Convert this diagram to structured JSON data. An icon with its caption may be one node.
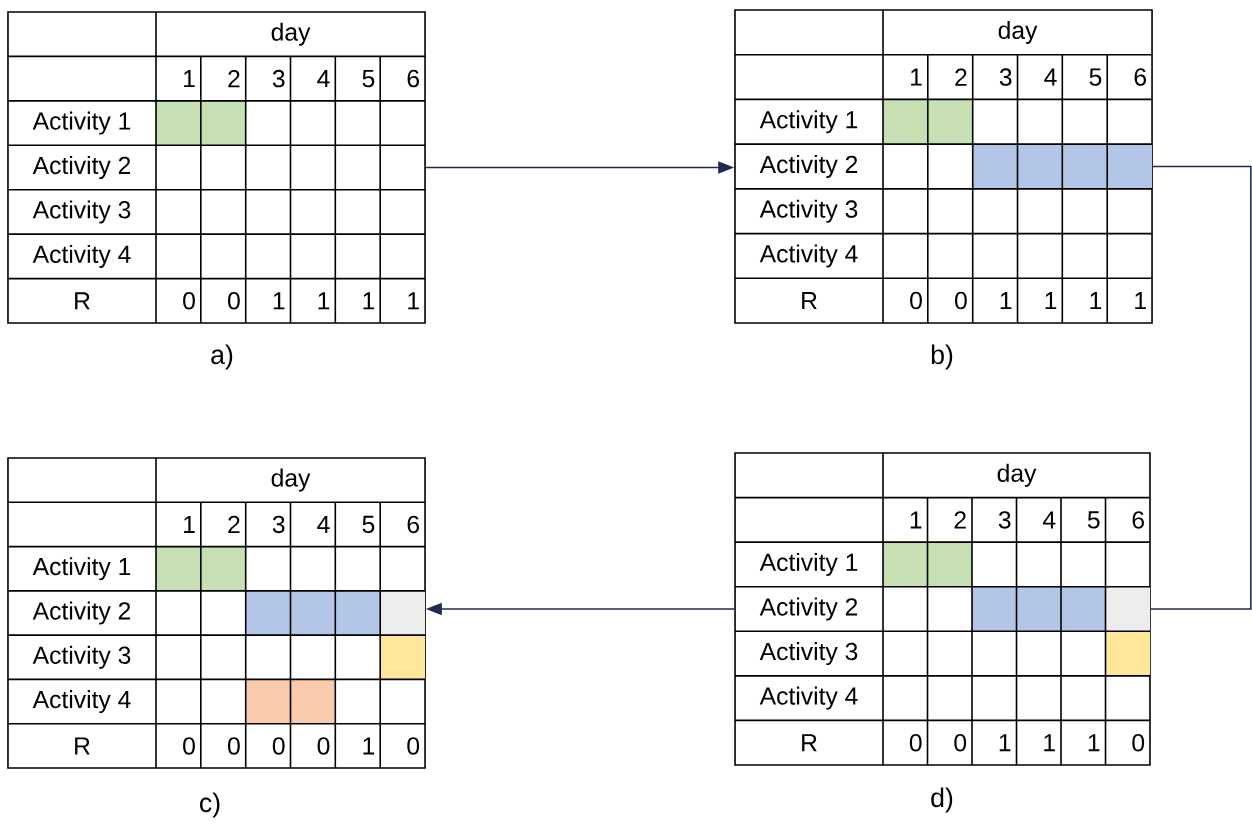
{
  "diagram": {
    "nodes": [
      {
        "text": [
          "day",
          "1",
          "2",
          "3",
          "4",
          "5",
          "6",
          "Activity 1",
          "Activity 2",
          "Activity 3",
          "Activity 4",
          "R",
          "0",
          "0",
          "1",
          "1",
          "1",
          "1"
        ],
        "beside": [
          "a)"
        ]
      },
      {
        "text": [
          "day",
          "1",
          "2",
          "3",
          "4",
          "5",
          "6",
          "Activity 1",
          "Activity 2",
          "Activity 3",
          "Activity 4",
          "R",
          "0",
          "0",
          "1",
          "1",
          "1",
          "1"
        ],
        "beside": [
          "b)"
        ]
      },
      {
        "text": [
          "day",
          "1",
          "2",
          "3",
          "4",
          "5",
          "6",
          "Activity 1",
          "Activity 2",
          "Activity 3",
          "Activity 4",
          "R",
          "0",
          "0",
          "0",
          "0",
          "1",
          "0"
        ],
        "beside": [
          "c)"
        ]
      },
      {
        "text": [
          "day",
          "1",
          "2",
          "3",
          "4",
          "5",
          "6",
          "Activity 1",
          "Activity 2",
          "Activity 3",
          "Activity 4",
          "R",
          "0",
          "0",
          "1",
          "1",
          "1",
          "0"
        ],
        "beside": [
          "d)"
        ]
      }
    ],
    "edges": [
      {
        "from": 0,
        "to": 1,
        "arrow": "to"
      },
      {
        "from": 1,
        "to": 3,
        "arrow": "none"
      },
      {
        "from": 3,
        "to": 2,
        "arrow": "to"
      }
    ]
  }
}
